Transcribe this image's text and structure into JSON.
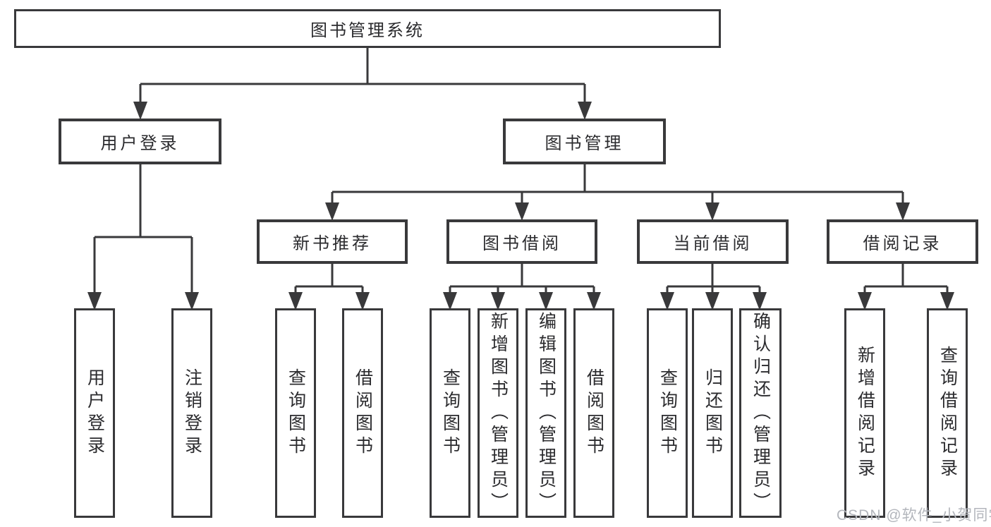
{
  "tree": {
    "root": "图书管理系统",
    "branches": [
      {
        "label": "用户登录",
        "leaves": [
          "用户登录",
          "注销登录"
        ]
      },
      {
        "label": "图书管理",
        "groups": [
          {
            "label": "新书推荐",
            "leaves": [
              "查询图书",
              "借阅图书"
            ]
          },
          {
            "label": "图书借阅",
            "leaves": [
              "查询图书",
              "新增图书（管理员）",
              "编辑图书（管理员）",
              "借阅图书"
            ]
          },
          {
            "label": "当前借阅",
            "leaves": [
              "查询图书",
              "归还图书",
              "确认归还（管理员）"
            ]
          },
          {
            "label": "借阅记录",
            "leaves": [
              "新增借阅记录",
              "查询借阅记录"
            ]
          }
        ]
      }
    ]
  },
  "watermark": "CSDN @软件_小贺同学",
  "colors": {
    "line": "#39393b",
    "text": "#2b2b2e",
    "box_background": "#ffffff",
    "watermark": "#b3b6bc"
  }
}
